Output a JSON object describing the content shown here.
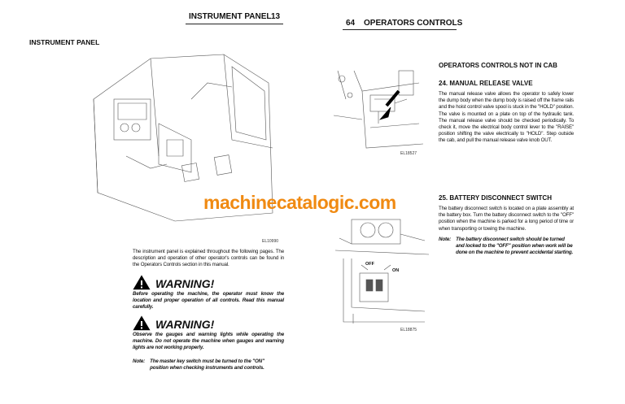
{
  "left_page": {
    "header_title": "INSTRUMENT PANEL",
    "page_number": "13",
    "section_title": "INSTRUMENT PANEL",
    "figure_label": "EL10990",
    "intro": "The instrument panel is explained throughout the following pages. The description and operation of other operator's controls can be found in the Operators Controls section in this manual.",
    "warnings": [
      {
        "title": "WARNING!",
        "text": "Before operating the machine, the operator must know the location and proper operation of all controls. Read this manual carefully."
      },
      {
        "title": "WARNING!",
        "text": "Observe the gauges and warning lights while operating the machine. Do not operate the machine when gauges and warning lights are not working properly."
      }
    ],
    "note_label": "Note:",
    "note_text": "The master key switch must be turned to the \"ON\" position when checking instruments and controls."
  },
  "right_page": {
    "page_number": "64",
    "header_title": "OPERATORS CONTROLS",
    "section_title": "OPERATORS CONTROLS NOT IN CAB",
    "figure1_label": "EL18527",
    "figure2_label": "EL18875",
    "switch_off": "OFF",
    "switch_on": "ON",
    "s24_title": "24.  MANUAL RELEASE VALVE",
    "s24_text": "The manual release valve allows the operator to safely lower the dump body when the dump body is raised off the frame rails and the hoist control valve spool is stuck in the \"HOLD\" position. The valve is mounted on a plate on top of the hydraulic tank. The manual release valve should be checked periodically. To check it, move the electrical body control lever to the \"RAISE\" position shifting the valve electrically to \"HOLD\". Step outside the cab, and pull the manual release valve knob OUT.",
    "s25_title": "25.  BATTERY DISCONNECT SWITCH",
    "s25_text": "The battery disconnect switch is located on a plate assembly at the battery box. Turn the battery disconnect switch to the \"OFF\" position when the machine is parked for a long period of time or when transporting or towing the machine.",
    "note_label": "Note:",
    "note_text": "The battery disconnect switch should be turned and locked to the \"OFF\" position when work will be done on the machine to prevent accidental starting."
  },
  "watermark": "machinecatalogic.com",
  "colors": {
    "watermark": "#f08a12"
  }
}
